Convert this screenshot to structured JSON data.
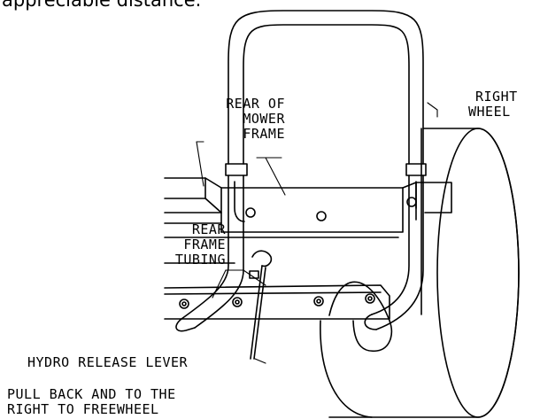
{
  "header": {
    "text": "appreciable distance."
  },
  "labels": {
    "rear_of_mower_frame": [
      "REAR OF",
      "MOWER",
      "FRAME"
    ],
    "right_wheel": [
      "RIGHT",
      "WHEEL"
    ],
    "rear_frame_tubing": [
      "REAR",
      "FRAME",
      "TUBING"
    ],
    "hydro_release_lever": "HYDRO RELEASE LEVER",
    "pull_back_instruction": [
      "PULL BACK AND TO THE",
      "RIGHT TO FREEWHEEL"
    ]
  }
}
